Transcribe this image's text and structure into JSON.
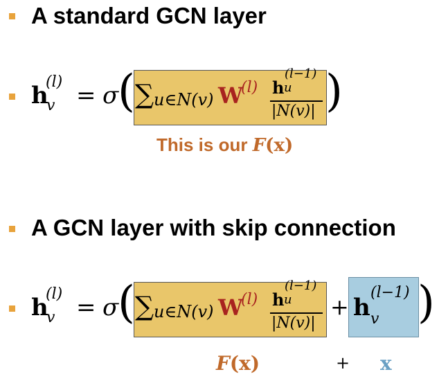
{
  "section1": {
    "heading": "A standard GCN layer",
    "caption_text": "This is our ",
    "caption_F": "F",
    "caption_x": "(x)"
  },
  "section2": {
    "heading": "A GCN layer with skip connection",
    "label_F": "F",
    "label_F_arg": "(x)",
    "label_plus": "+",
    "label_x": "x"
  },
  "formula": {
    "h": "h",
    "v_sub": "v",
    "l_sup": "(l)",
    "eq": "=",
    "sigma": "σ",
    "sum": "∑",
    "sum_index": "u∈N(v)",
    "W": "W",
    "W_sup": "(l)",
    "num_h": "h",
    "num_sup": "(l−1)",
    "num_sub": "u",
    "den": "|N(v)|",
    "plus": "+",
    "skip_h": "h",
    "skip_sup": "(l−1)",
    "skip_sub": "v",
    "open_paren": "(",
    "close_paren": ")"
  },
  "colors": {
    "bullet": "#e8a33c",
    "F_box": "#e9c66a",
    "x_box": "#a8cde0",
    "W_red": "#a8231f",
    "caption_orange": "#c0692a",
    "x_blue": "#6aa0c4"
  }
}
